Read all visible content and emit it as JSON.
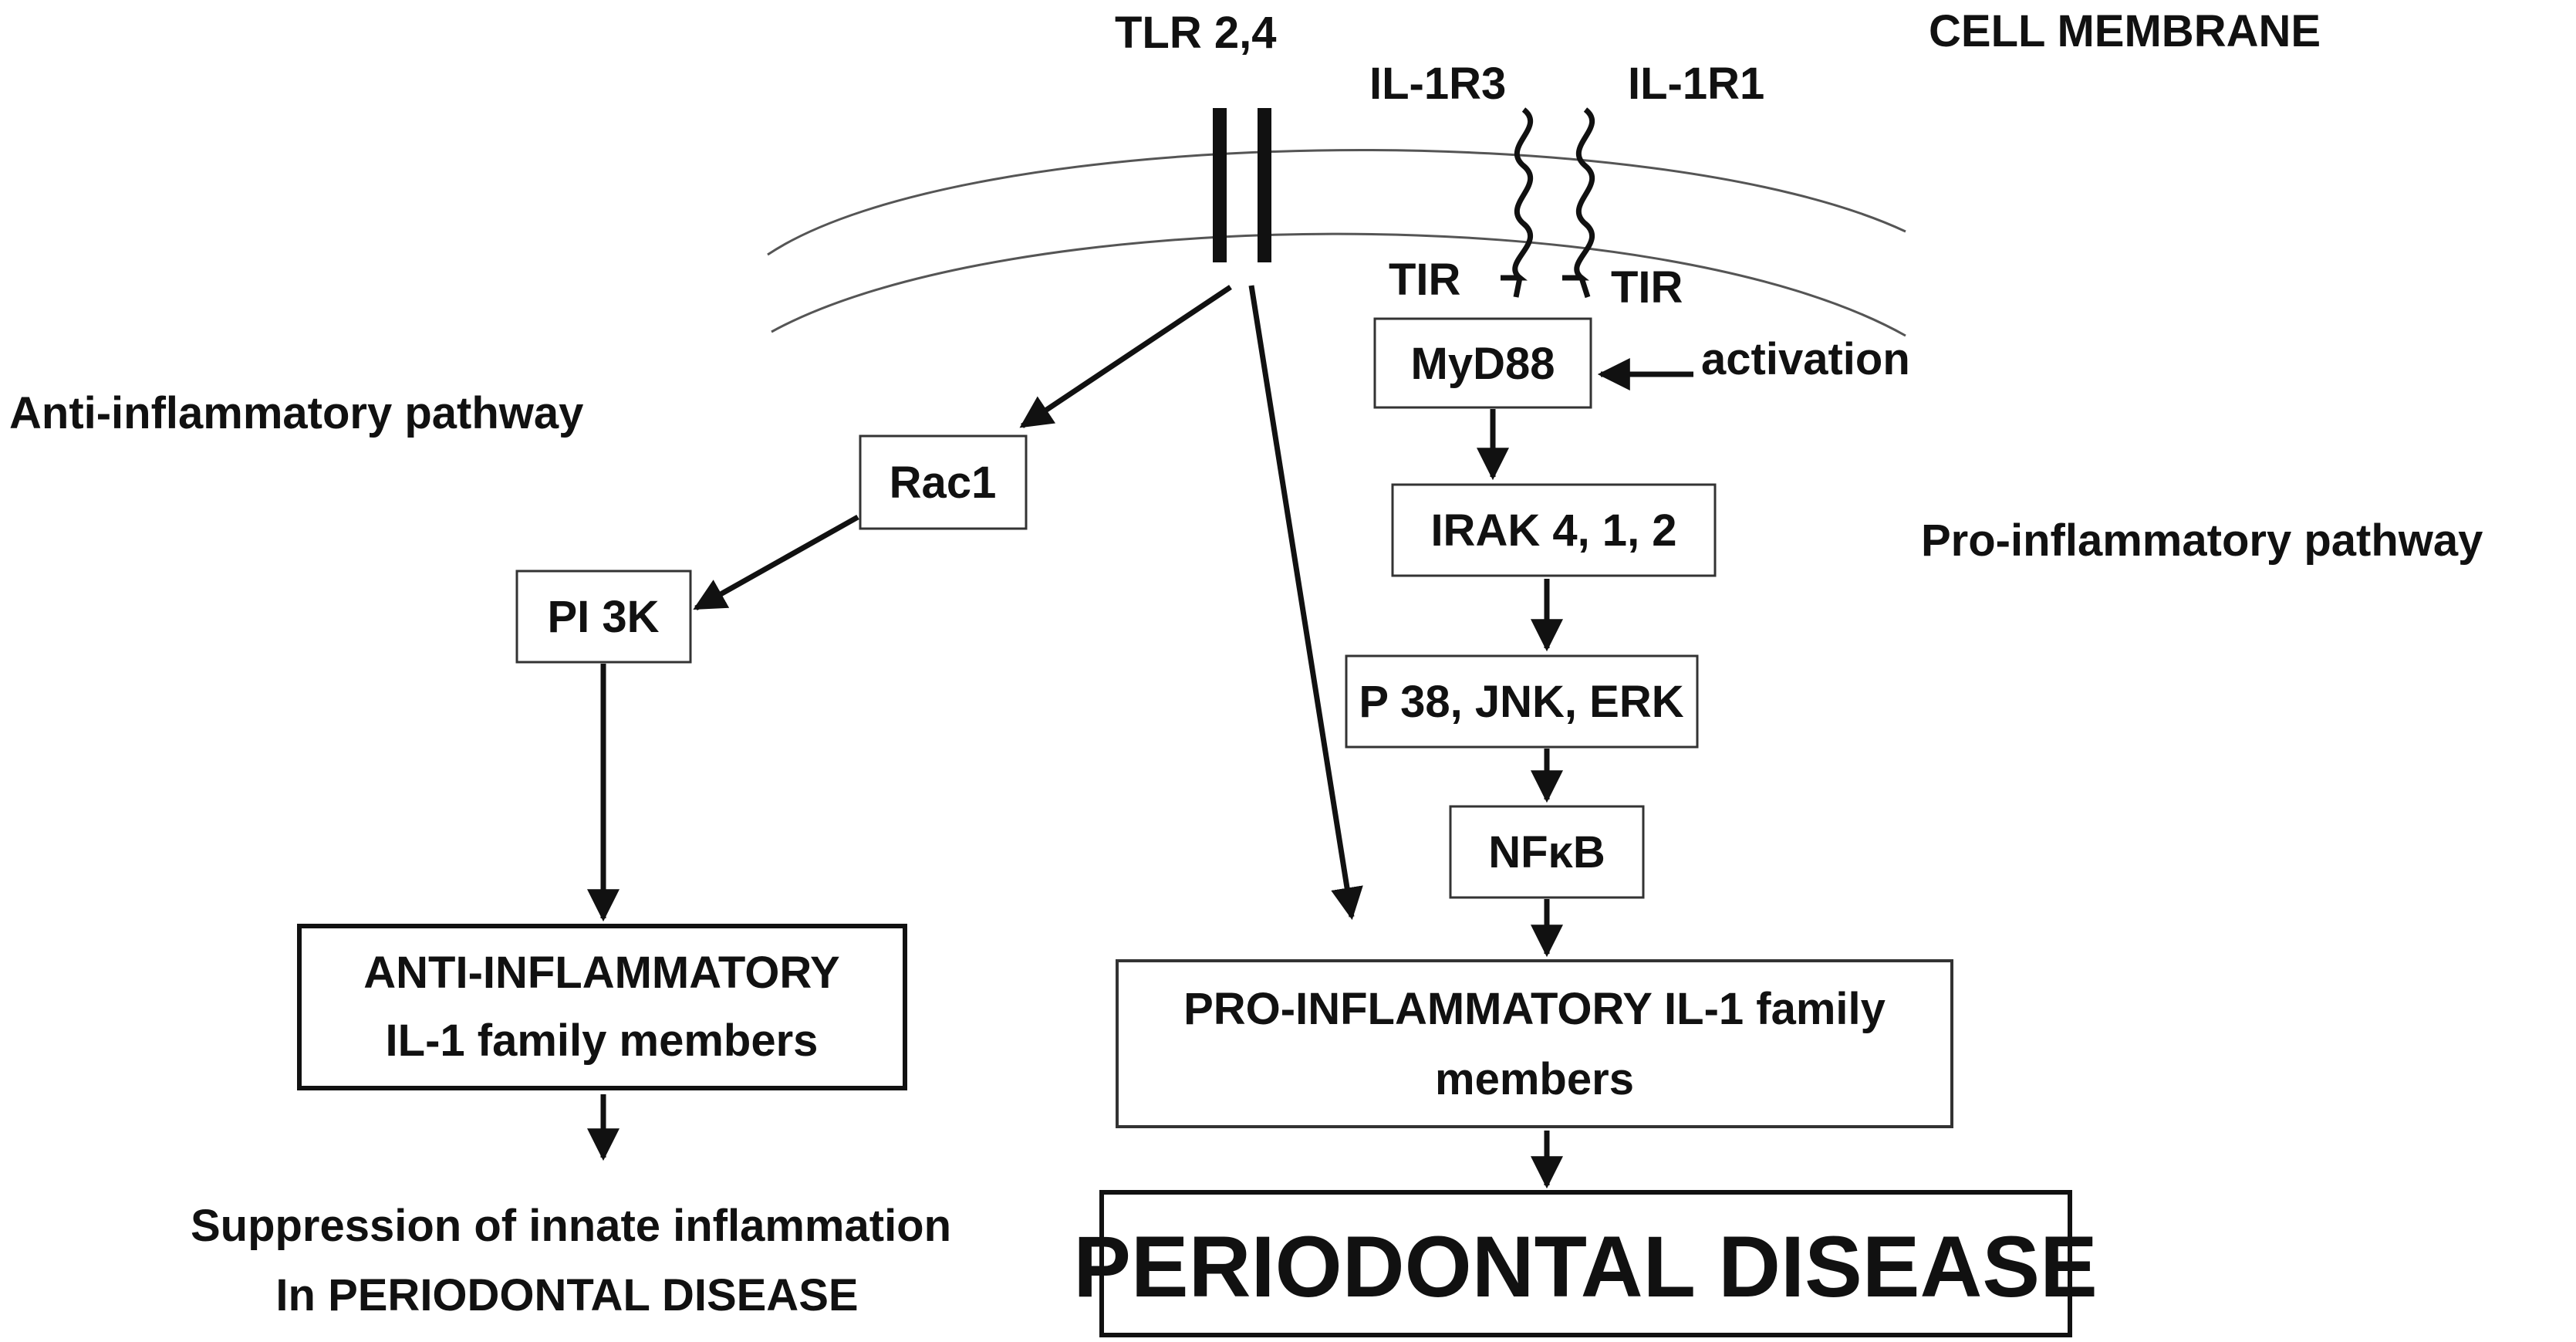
{
  "labels": {
    "tlr": "TLR 2,4",
    "cell_membrane": "CELL MEMBRANE",
    "il1r3": "IL-1R3",
    "il1r1": "IL-1R1",
    "tir_left": "TIR",
    "tir_right": "TIR",
    "activation": "activation",
    "anti_pathway": "Anti-inflammatory pathway",
    "pro_pathway": "Pro-inflammatory pathway",
    "suppression_line1": "Suppression of innate inflammation",
    "suppression_line2": "In PERIODONTAL DISEASE"
  },
  "nodes": {
    "myd88": "MyD88",
    "irak": "IRAK 4, 1, 2",
    "mapk": "P 38, JNK, ERK",
    "nfkb": "NFκB",
    "rac1": "Rac1",
    "pi3k": "PI 3K",
    "anti_line1": "ANTI-INFLAMMATORY",
    "anti_line2": "IL-1 family members",
    "pro_line1": "PRO-INFLAMMATORY IL-1 family",
    "pro_line2": "members",
    "disease": "PERIODONTAL DISEASE"
  },
  "colors": {
    "ink": "#111111",
    "membrane": "#555555",
    "background": "#ffffff"
  }
}
